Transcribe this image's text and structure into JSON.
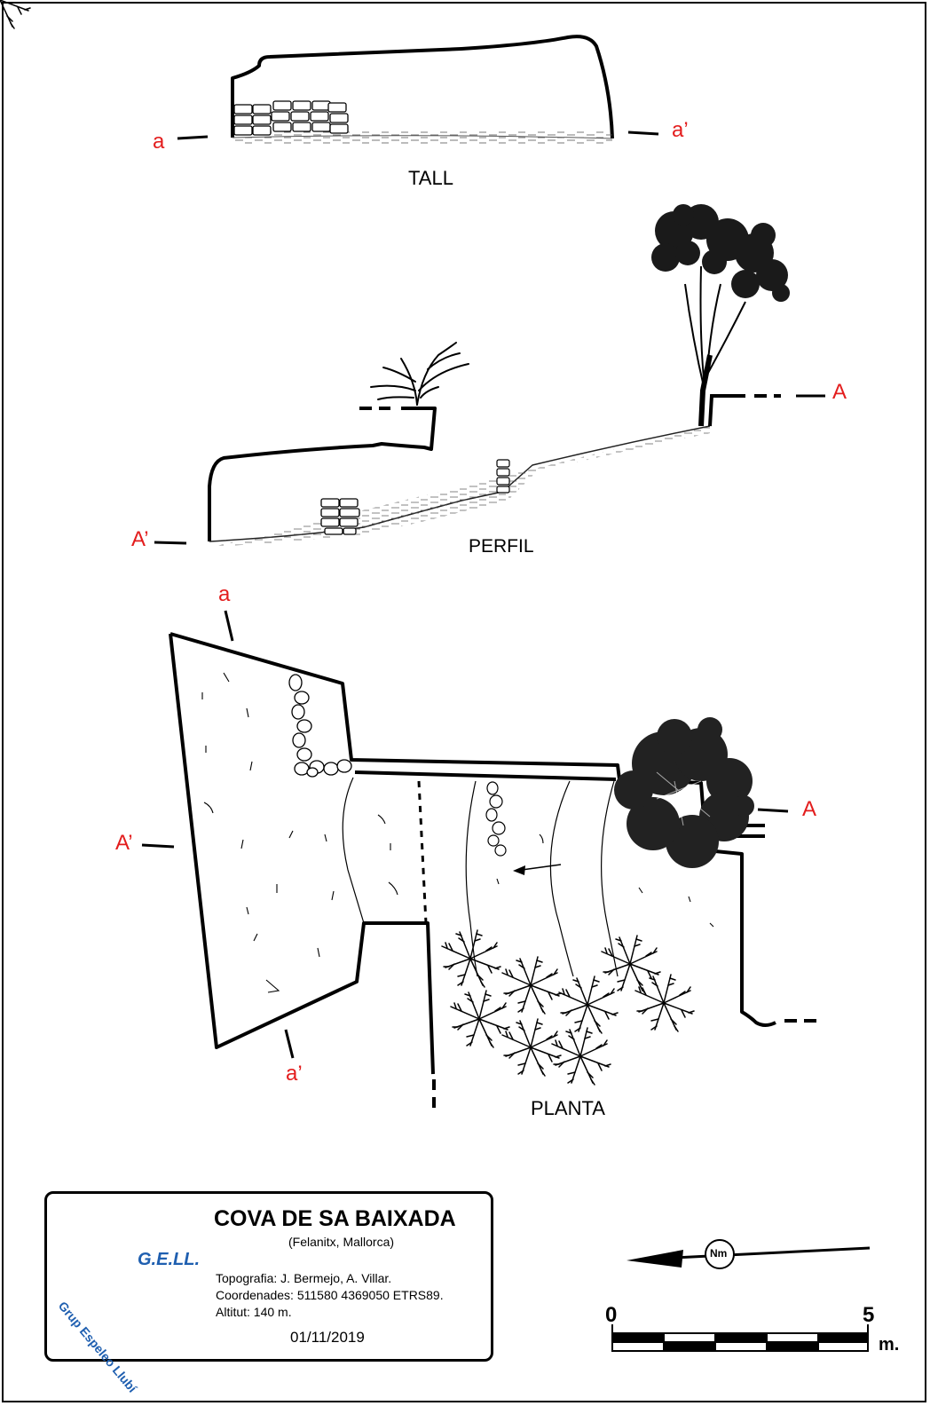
{
  "labels": {
    "tall": "TALL",
    "perfil": "PERFIL",
    "planta": "PLANTA",
    "a": "a",
    "a_prime": "a’",
    "A": "A",
    "A_prime": "A’"
  },
  "info": {
    "cave_name": "COVA DE SA BAIXADA",
    "location": "(Felanitx, Mallorca)",
    "topography": "Topografia: J. Bermejo, A. Villar.",
    "coordinates": "Coordenades: 511580 4369050 ETRS89.",
    "altitude": "Altitut: 140 m.",
    "date": "01/11/2019",
    "logo_text": "G.E.LL.",
    "logo_ring_text": "Grup Espeleo Llubí"
  },
  "north": {
    "label": "Nm"
  },
  "scale": {
    "start": "0",
    "end": "5",
    "unit": "m."
  },
  "colors": {
    "label_red": "#e31d1d",
    "logo_blue": "#1f5fb0"
  }
}
